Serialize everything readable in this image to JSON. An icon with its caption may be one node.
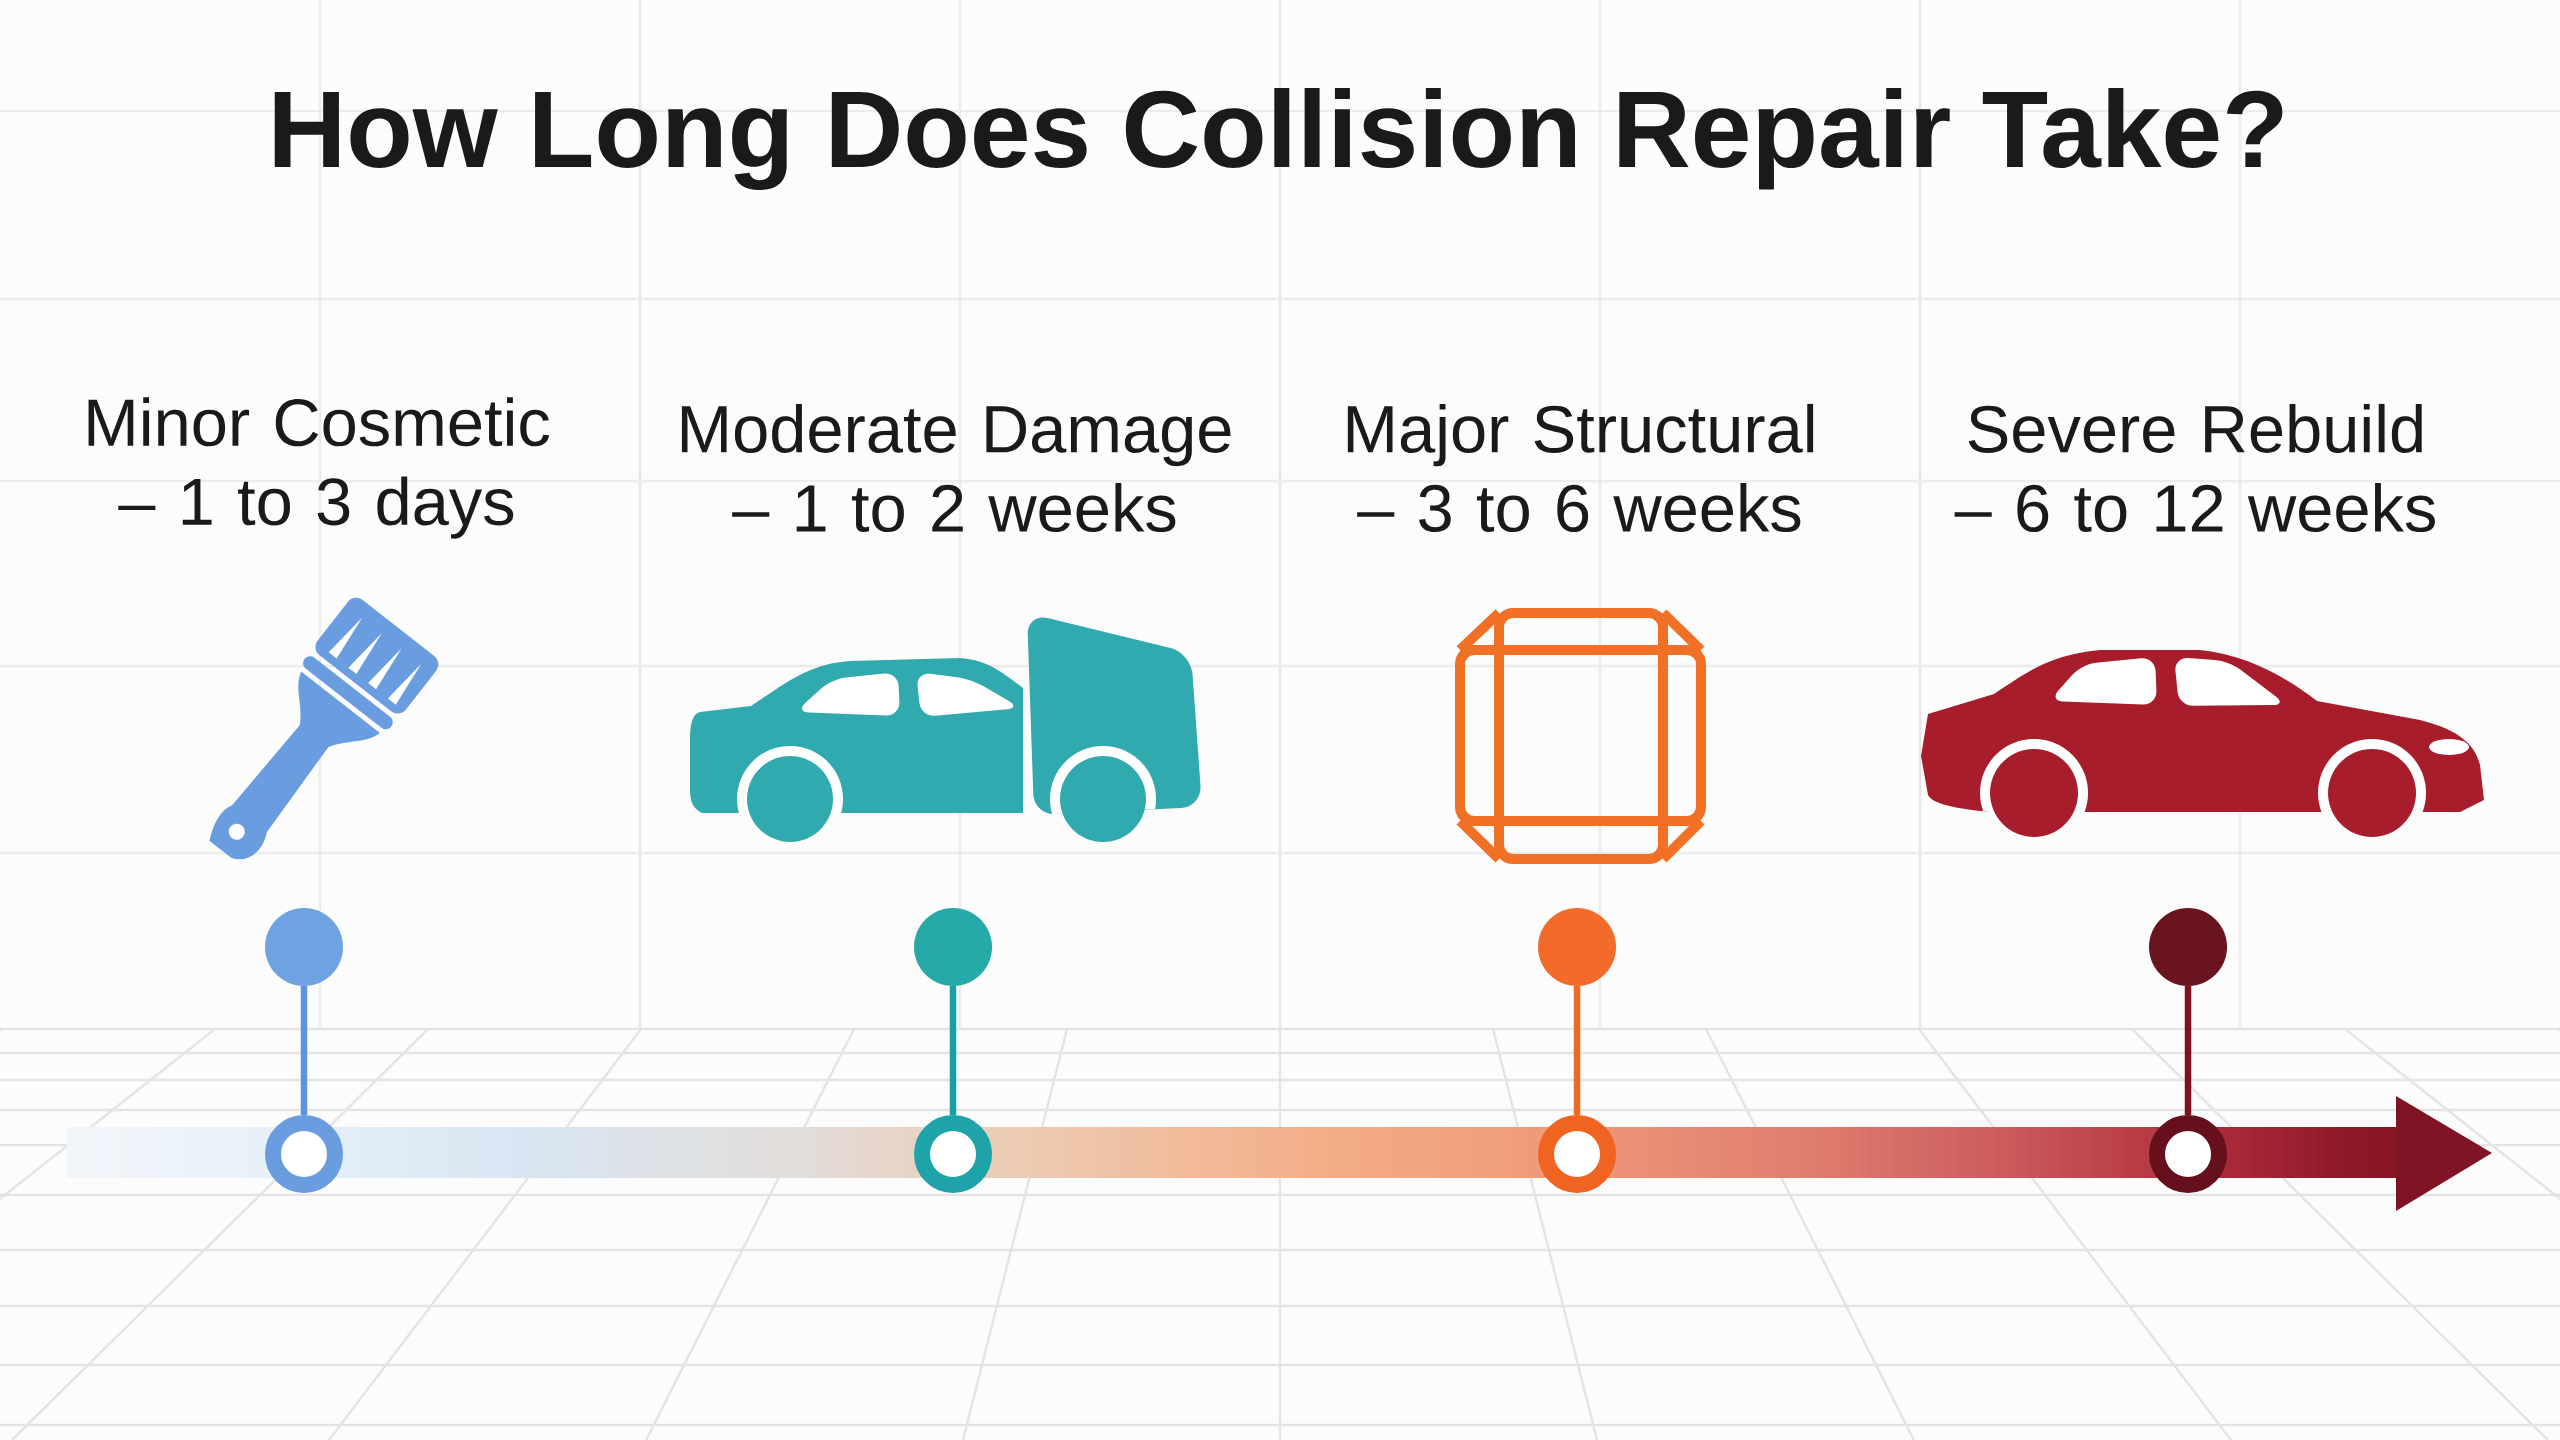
{
  "diagram": {
    "title": "How Long Does Collision Repair Take?",
    "nodes": [
      {
        "text": [],
        "shape": "circle"
      },
      {
        "text": [],
        "shape": "circle"
      },
      {
        "text": [],
        "shape": "circle"
      },
      {
        "text": [],
        "shape": "circle"
      },
      {
        "text": [],
        "shape": "circle"
      },
      {
        "text": [],
        "shape": "circle"
      },
      {
        "text": [],
        "shape": "circle"
      },
      {
        "text": [],
        "shape": "circle"
      }
    ],
    "edges": [
      {
        "from": 0,
        "to": 4,
        "arrow": "none",
        "color": "#5b93e0"
      },
      {
        "from": 1,
        "to": 5,
        "arrow": "none",
        "color": "#1a9fa6"
      },
      {
        "from": 2,
        "to": 6,
        "arrow": "none",
        "color": "#ee6a24"
      },
      {
        "from": 3,
        "to": 7,
        "arrow": "none",
        "color": "#7d1322"
      }
    ],
    "labels": [
      "Minor Cosmetic – 1 to 3 days",
      "Moderate Damage – 1 to 2 weeks",
      "Major Structural – 3 to 6 weeks",
      "Severe Rebuild – 6 to 12 weeks"
    ]
  }
}
